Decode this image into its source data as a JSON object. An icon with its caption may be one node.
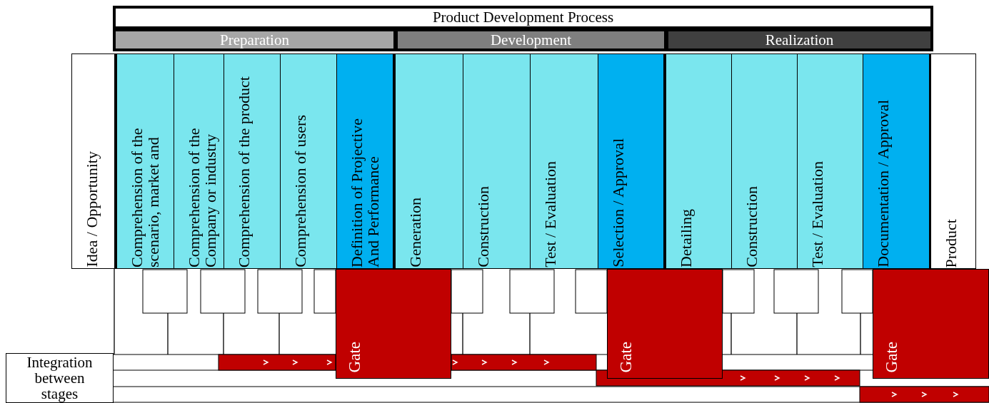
{
  "diagram": {
    "nodes": [
      {
        "text": [
          "Product Development Process"
        ]
      },
      {
        "text": [
          "Preparation"
        ]
      },
      {
        "text": [
          "Development"
        ]
      },
      {
        "text": [
          "Realization"
        ]
      },
      {
        "text": [
          "Idea / Opportunity"
        ]
      },
      {
        "text": [
          "Comprehension of the scenario, market and"
        ]
      },
      {
        "text": [
          "Comprehension of the Company or industry"
        ]
      },
      {
        "text": [
          "Comprehension of the product"
        ]
      },
      {
        "text": [
          "Comprehension of users"
        ]
      },
      {
        "text": [
          "Definition of Projective And Performance"
        ]
      },
      {
        "text": [
          "Generation"
        ]
      },
      {
        "text": [
          "Construction"
        ]
      },
      {
        "text": [
          "Test / Evaluation"
        ]
      },
      {
        "text": [
          "Selection / Approval"
        ]
      },
      {
        "text": [
          "Detailing"
        ]
      },
      {
        "text": [
          "Construction"
        ]
      },
      {
        "text": [
          "Test / Evaluation"
        ]
      },
      {
        "text": [
          "Documentation / Approval"
        ]
      },
      {
        "text": [
          "Product"
        ]
      },
      {
        "text": [
          "Gate"
        ]
      },
      {
        "text": [
          "Gate"
        ]
      },
      {
        "text": [
          "Gate"
        ]
      },
      {
        "text": [
          "Integration between stages"
        ]
      }
    ]
  }
}
